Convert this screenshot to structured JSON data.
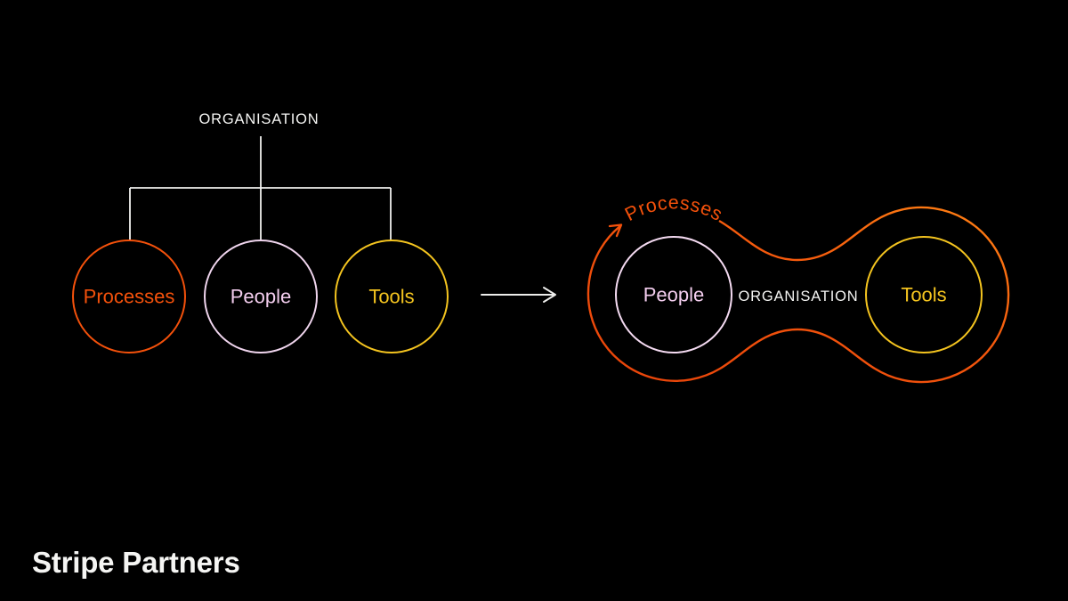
{
  "page": {
    "background": "#000000"
  },
  "left_diagram": {
    "root_label": "ORGANISATION",
    "nodes": [
      {
        "label": "Processes",
        "color": "#F4510B"
      },
      {
        "label": "People",
        "color": "#F0D5EE"
      },
      {
        "label": "Tools",
        "color": "#F4C41F"
      }
    ]
  },
  "arrow": {
    "direction": "right",
    "color": "#EDEDEB"
  },
  "right_diagram": {
    "loop_label": "Processes",
    "loop_color_start": "#E8430A",
    "loop_color_end": "#FF8114",
    "center_label": "ORGANISATION",
    "people_label": "People",
    "people_color": "#F5DBF2",
    "tools_label": "Tools",
    "tools_color": "#F4C41F"
  },
  "footer": {
    "brand": "Stripe Partners"
  }
}
